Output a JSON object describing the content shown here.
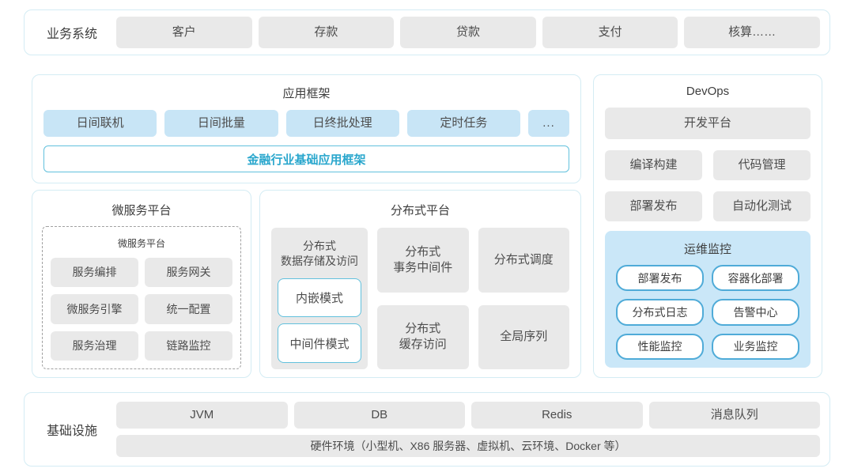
{
  "colors": {
    "panel_border": "#d4ecf4",
    "gray_box_bg": "#e9e9e9",
    "light_blue_box_bg": "#c8e5f6",
    "accent_border": "#62c1dd",
    "accent_text": "#2aa7cd",
    "monitor_panel_bg": "#cae7f8",
    "monitor_box_border": "#4fabd8",
    "text": "#4d4d4d"
  },
  "business": {
    "label": "业务系统",
    "items": [
      "客户",
      "存款",
      "贷款",
      "支付",
      "核算……"
    ]
  },
  "app": {
    "title": "应用框架",
    "modules": [
      "日间联机",
      "日间批量",
      "日终批处理",
      "定时任务",
      "..."
    ],
    "base": "金融行业基础应用框架"
  },
  "micro": {
    "title": "微服务平台",
    "inner_title": "微服务平台",
    "items": [
      "服务编排",
      "服务网关",
      "微服务引擎",
      "统一配置",
      "服务治理",
      "链路监控"
    ]
  },
  "dist": {
    "title": "分布式平台",
    "storage": {
      "title": "分布式\n数据存储及访问",
      "modes": [
        "内嵌模式",
        "中间件模式"
      ]
    },
    "cells": [
      "分布式\n事务中间件",
      "分布式调度",
      "分布式\n缓存访问",
      "全局序列"
    ]
  },
  "devops": {
    "title": "DevOps",
    "platform": "开发平台",
    "tools": [
      "编译构建",
      "代码管理",
      "部署发布",
      "自动化测试"
    ],
    "monitor": {
      "title": "运维监控",
      "items": [
        "部署发布",
        "容器化部署",
        "分布式日志",
        "告警中心",
        "性能监控",
        "业务监控"
      ]
    }
  },
  "infra": {
    "label": "基础设施",
    "items": [
      "JVM",
      "DB",
      "Redis",
      "消息队列"
    ],
    "hardware": "硬件环境（小型机、X86 服务器、虚拟机、云环境、Docker 等）"
  }
}
